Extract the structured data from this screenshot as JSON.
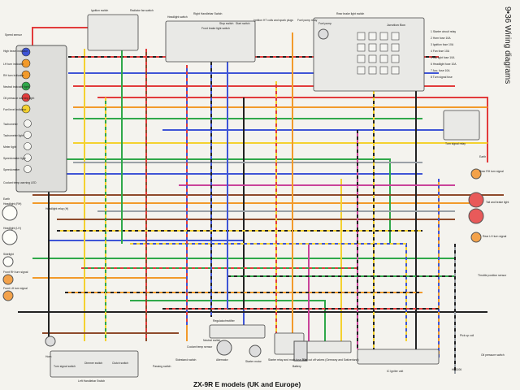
{
  "page": {
    "side_title": "9•36 Wiring diagrams",
    "diagram_title": "ZX-9R E models (UK and Europe)"
  },
  "labels": {
    "speed_sensor": "Speed sensor",
    "high_beam": "High beam indicator",
    "lh_turn": "LH turn indicator",
    "rh_turn": "RH turn indicator",
    "neutral": "Neutral indicator light",
    "oil_pressure": "Oil pressure warning light",
    "fuel_level": "Fuel level indicator",
    "tachometer": "Tachometer",
    "tachometer_light": "Tachometer light",
    "meter_light": "Meter light",
    "speedometer_light": "Speedometer light",
    "speedometer": "Speedometer",
    "coolant_temp": "Coolant temp warning LED",
    "earth_left": "Earth",
    "headlight_relay": "Headlight relay (H)",
    "headlight_rh": "Headlight (RH)",
    "headlight_lh": "Headlight (LH)",
    "sidelight": "Sidelight",
    "front_rh_turn": "Front RH turn signal",
    "front_lh_turn": "Front LH turn signal",
    "horn": "Horn",
    "ignition_switch": "Ignition switch",
    "radiator_fan": "Radiator fan switch",
    "headlight_switch": "Headlight switch",
    "rh_switch": "Right Handlebar Switch",
    "front_brake": "Front brake light switch",
    "stop_switch": "Stop switch",
    "start_switch": "Start switch",
    "ignition_ht": "Ignition HT coils and spark plugs",
    "fuel_pump_relay": "Fuel pump relay",
    "fuel_pump": "Fuel pump",
    "rear_brake": "Rear brake light switch",
    "junction_box": "Junction Box",
    "fuses": [
      "1 Starter circuit relay",
      "2 Horn fuse 10A",
      "3 Ignition fuse 10A",
      "4 Fan fuse 10A",
      "5 Tail light fuse 10A",
      "6 Headlight fuse 10A",
      "7 Acc. fuse 10A",
      "8 Turn signal fuse"
    ],
    "turn_relay": "Turn signal relay",
    "earth_right": "Earth",
    "rear_rh_turn": "Rear RH turn signal",
    "tail_brake": "Tail and brake light",
    "rear_lh_turn": "Rear LH turn signal",
    "throttle_sensor": "Throttle position sensor",
    "pick_up_coil": "Pick up coil",
    "oil_pressure_switch": "Oil pressure switch",
    "ic_igniter": "IC Igniter unit",
    "legend": "HD1106",
    "turn_signal_switch": "Turn signal switch",
    "dimmer_switch": "Dimmer switch",
    "lh_switch": "Left Handlebar Switch",
    "clutch_switch": "Clutch switch",
    "passing_switch": "Passing switch",
    "sidestand_switch": "Sidestand switch",
    "coolant_sensor": "Coolant temp sensor",
    "neutral_switch": "Neutral switch",
    "alternator": "Alternator",
    "reg_rect": "Regulator/rectifier",
    "starter_motor": "Starter motor",
    "starter_relay": "Starter relay and main fuse 30A",
    "battery": "Battery",
    "fuel_cut_valves": "Fuel cut off valves (Germany and Switzerland)"
  }
}
